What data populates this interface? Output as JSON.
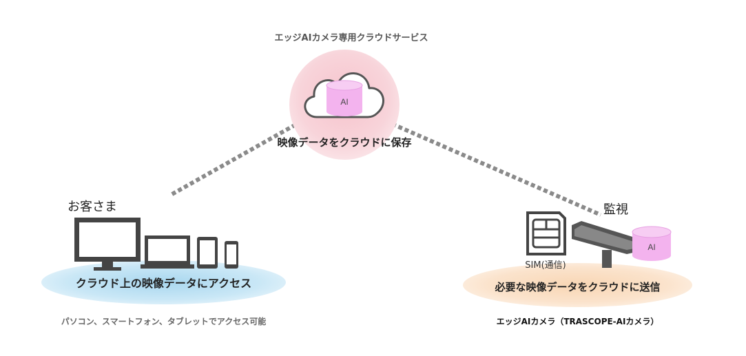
{
  "cloud": {
    "title": "エッジAIカメラ専用クラウドサービス",
    "badge": "AI",
    "caption": "映像データをクラウドに保存"
  },
  "customer": {
    "label": "お客さま",
    "caption": "クラウド上の映像データにアクセス",
    "note": "パソコン、スマートフォン、タブレットでアクセス可能"
  },
  "camera": {
    "label": "監視",
    "badge": "AI",
    "sim_label": "SIM(通信)",
    "caption": "必要な映像データをクラウドに送信",
    "note": "エッジAIカメラ（TRASCOPE-AIカメラ）"
  },
  "colors": {
    "cloud_disc": "#f6c3cc",
    "cylinder": "#f3b3ee",
    "customer_ellipse": "#a9d7ef",
    "camera_ellipse": "#f8d6b4",
    "connector": "#8a8a8a",
    "device": "#444444"
  }
}
